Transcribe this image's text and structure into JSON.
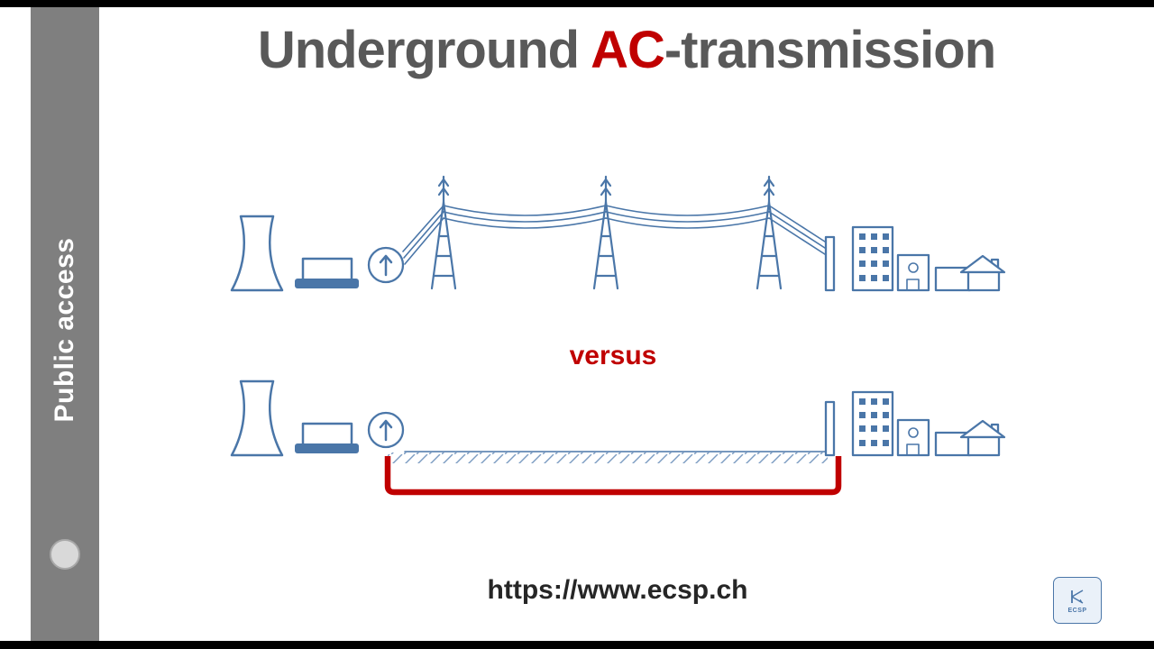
{
  "slide": {
    "sidebar": {
      "label": "Public access"
    },
    "title": {
      "pre": "Underground ",
      "highlight": "AC",
      "post": "-transmission"
    },
    "versus_label": "versus",
    "footer_url": "https://www.ecsp.ch",
    "logo_text": "ECSP"
  },
  "colors": {
    "diagram_blue": "#4a76a8",
    "hatch_blue": "#7b9cc2",
    "accent_red": "#c00000",
    "title_gray": "#595959",
    "sidebar_gray": "#7f7f7f",
    "footer_text": "#262626"
  }
}
